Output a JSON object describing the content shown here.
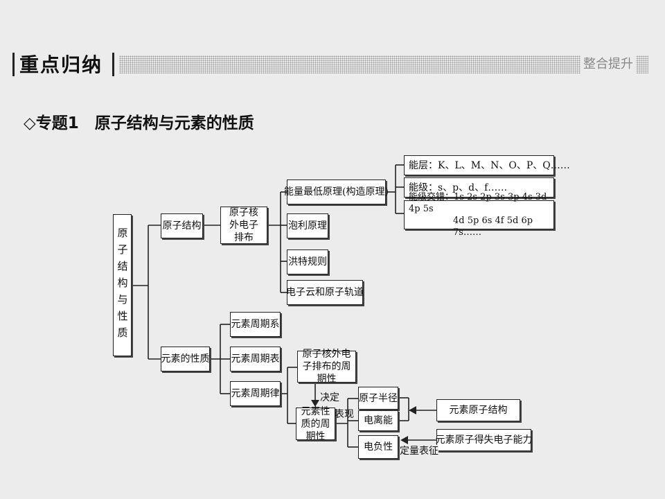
{
  "header": {
    "title": "重点归纳",
    "subtitle": "整合提升"
  },
  "topic": {
    "marker": "◇",
    "text": "专题1　原子结构与元素的性质"
  },
  "nodes": {
    "root": "原子结构与性质",
    "atomic_structure": "原子结构",
    "electron_config": "原子核外电子排布",
    "lowest_energy": "能量最低原理(构造原理)",
    "pauli": "泡利原理",
    "hund": "洪特规则",
    "electron_cloud": "电子云和原子轨道",
    "energy_shell": "能层：K、L、M、N、O、P、Q……",
    "energy_level": "能级：s、p、d、f……",
    "level_interleave_1": "能级交错：1s 2s 2p 3s 3p 4s 3d 4p 5s",
    "level_interleave_2": "4d 5p 6s 4f 5d 6p 7s……",
    "element_properties": "元素的性质",
    "periodic_system": "元素周期系",
    "periodic_table": "元素周期表",
    "periodic_law": "元素周期律",
    "config_periodicity": "原子核外电子排布的周期性",
    "property_periodicity": "元素性质的周期性",
    "atomic_radius": "原子半径",
    "ionization_energy": "电离能",
    "electronegativity": "电负性",
    "element_atom_structure": "元素原子结构",
    "gain_lose_ability": "元素原子得失电子能力"
  },
  "edge_labels": {
    "determines": "决定",
    "manifests": "表现",
    "quantified": "定量表征"
  }
}
